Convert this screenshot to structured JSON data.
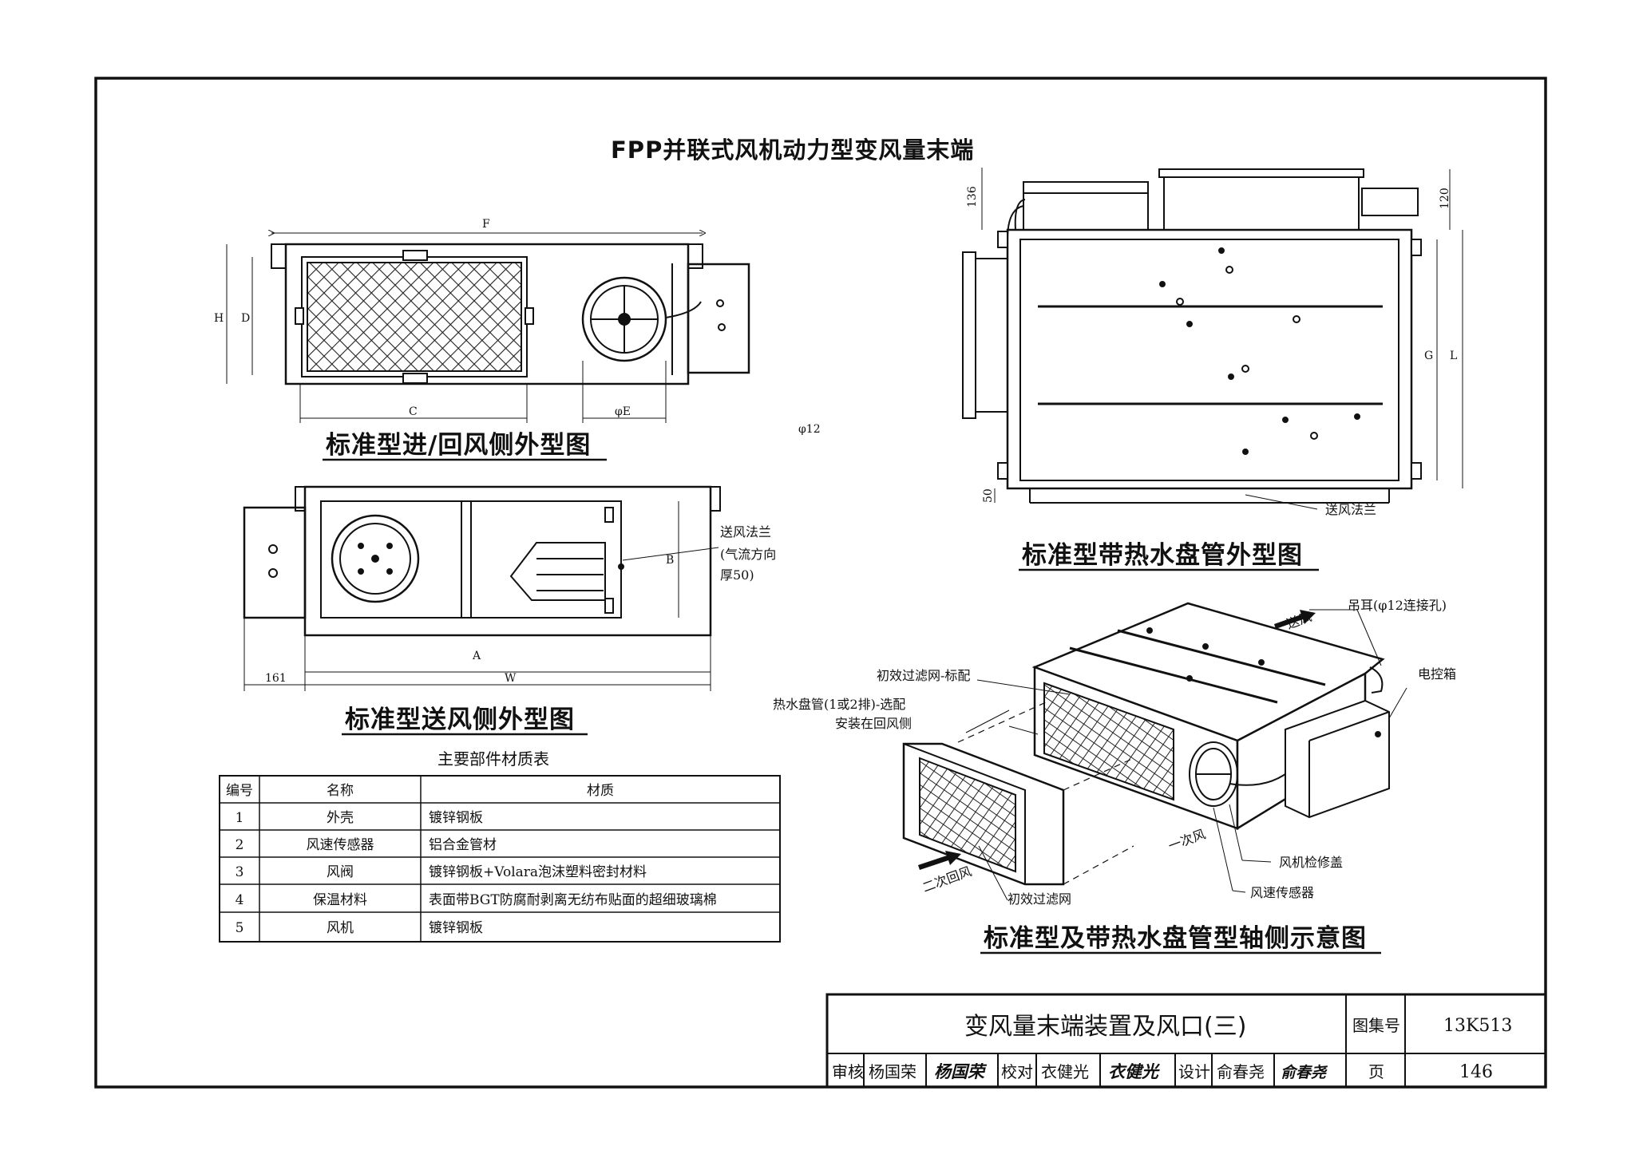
{
  "main_title": "FPP并联式风机动力型变风量末端",
  "captions": {
    "inlet_view": "标准型进/回风侧外型图",
    "supply_view": "标准型送风侧外型图",
    "coil_view": "标准型带热水盘管外型图",
    "axonometric": "标准型及带热水盘管型轴侧示意图"
  },
  "dimensions": {
    "F": "F",
    "H": "H",
    "D": "D",
    "C": "C",
    "phiE": "φE",
    "phi12": "φ12",
    "B": "B",
    "A": "A",
    "W": "W",
    "d161": "161",
    "d136": "136",
    "d120": "120",
    "G": "G",
    "L": "L",
    "d50": "50"
  },
  "labels": {
    "supply_flange": "送风法兰",
    "flange_note_1": "(气流方向",
    "flange_note_2": "厚50)",
    "supply_flange_coil": "送风法兰",
    "supply_air": "送风",
    "hanger": "吊耳(φ12连接孔)",
    "control_box": "电控箱",
    "primary_filter_std": "初效过滤网-标配",
    "hot_water_coil_1": "热水盘管(1或2排)-选配",
    "hot_water_coil_2": "安装在回风侧",
    "primary_air": "一次风",
    "fan_access": "风机检修盖",
    "speed_sensor": "风速传感器",
    "secondary_return": "二次回风",
    "primary_filter": "初效过滤网"
  },
  "materials_table": {
    "title": "主要部件材质表",
    "headers": [
      "编号",
      "名称",
      "材质"
    ],
    "rows": [
      [
        "1",
        "外壳",
        "镀锌钢板"
      ],
      [
        "2",
        "风速传感器",
        "铝合金管材"
      ],
      [
        "3",
        "风阀",
        "镀锌钢板+Volara泡沫塑料密封材料"
      ],
      [
        "4",
        "保温材料",
        "表面带BGT防腐耐剥离无纺布贴面的超细玻璃棉"
      ],
      [
        "5",
        "风机",
        "镀锌钢板"
      ]
    ]
  },
  "title_block": {
    "drawing_title": "变风量末端装置及风口(三)",
    "atlas_label": "图集号",
    "atlas_no": "13K513",
    "page_label": "页",
    "page_no": "146",
    "review_label": "审核",
    "reviewer": "杨国荣",
    "reviewer_sig": "杨国荣",
    "check_label": "校对",
    "checker": "衣健光",
    "checker_sig": "衣健光",
    "design_label": "设计",
    "designer": "俞春尧",
    "designer_sig": "俞春尧"
  }
}
